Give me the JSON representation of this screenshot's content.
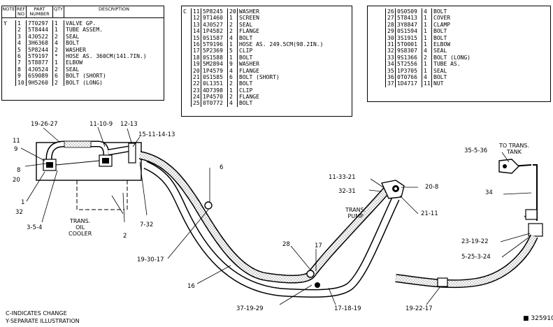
{
  "table1": {
    "headers": [
      "NOTE",
      "REF NO",
      "PART NUMBER",
      "QTY",
      "DESCRIPTION"
    ],
    "note_marks": [
      {
        "row": 0,
        "text": "Y"
      }
    ],
    "rows": [
      [
        "1",
        "7T0297",
        "1",
        "VALVE GP."
      ],
      [
        "2",
        "5T8444",
        "1",
        "TUBE ASSEM."
      ],
      [
        "3",
        "4J0522",
        "2",
        "SEAL"
      ],
      [
        "4",
        "3H6368",
        "4",
        "BOLT"
      ],
      [
        "5",
        "5P8244",
        "2",
        "WASHER"
      ],
      [
        "6",
        "5T9197",
        "*",
        "HOSE AS. 360CM(141.7IN.)"
      ],
      [
        "7",
        "5T8877",
        "1",
        "ELBOW"
      ],
      [
        "8",
        "4J0524",
        "2",
        "SEAL"
      ],
      [
        "9",
        "6S9089",
        "6",
        "BOLT (SHORT)"
      ],
      [
        "10",
        "9H5260",
        "2",
        "BOLT (LONG)"
      ]
    ]
  },
  "table2": {
    "note_marks": [
      {
        "row": 0,
        "text": "C"
      }
    ],
    "rows": [
      [
        "11",
        "5P8245",
        "20",
        "WASHER"
      ],
      [
        "12",
        "9T1460",
        "1",
        "SCREEN"
      ],
      [
        "13",
        "4J0527",
        "2",
        "SEAL"
      ],
      [
        "14",
        "1P4582",
        "2",
        "FLANGE"
      ],
      [
        "15",
        "0S1587",
        "4",
        "BOLT"
      ],
      [
        "16",
        "5T9196",
        "1",
        "HOSE AS. 249.5CM(98.2IN.)"
      ],
      [
        "17",
        "5P2369",
        "5",
        "CLIP"
      ],
      [
        "18",
        "0S1588",
        "1",
        "BOLT"
      ],
      [
        "19",
        "5M2894",
        "9",
        "WASHER"
      ],
      [
        "20",
        "1P4579",
        "4",
        "FLANGE"
      ],
      [
        "21",
        "0S1585",
        "6",
        "BOLT (SHORT)"
      ],
      [
        "22",
        "0L1351",
        "2",
        "BOLT"
      ],
      [
        "23",
        "4D7398",
        "1",
        "CLIP"
      ],
      [
        "24",
        "1P4570",
        "2",
        "FLANGE"
      ],
      [
        "25",
        "0T0772",
        "4",
        "BOLT"
      ]
    ]
  },
  "table3": {
    "rows": [
      [
        "26",
        "0S0509",
        "4",
        "BOLT"
      ],
      [
        "27",
        "5T8413",
        "1",
        "COVER"
      ],
      [
        "28",
        "3Y8847",
        "1",
        "CLAMP"
      ],
      [
        "29",
        "0S1594",
        "1",
        "BOLT"
      ],
      [
        "30",
        "3S1915",
        "1",
        "BOLT"
      ],
      [
        "31",
        "5T0001",
        "1",
        "ELBOW"
      ],
      [
        "32",
        "9S8307",
        "4",
        "SEAL"
      ],
      [
        "33",
        "9S1366",
        "2",
        "BOLT (LONG)"
      ],
      [
        "34",
        "5T2556",
        "1",
        "TUBE AS."
      ],
      [
        "35",
        "1P3705",
        "1",
        "SEAL"
      ],
      [
        "36",
        "0T0766",
        "4",
        "BOLT"
      ],
      [
        "37",
        "1D4717",
        "11",
        "NUT"
      ]
    ]
  },
  "labels": {
    "l19_26_27": "19-26-27",
    "l11_10_9": "11-10-9",
    "l12_13": "12-13",
    "l15_11_14_13": "15-11-14-13",
    "l11": "11",
    "l9": "9",
    "l8": "8",
    "l20": "20",
    "l1": "1",
    "l32": "32",
    "l3_5_4": "3-5-4",
    "l2": "2",
    "l7_32": "7-32",
    "l6": "6",
    "l19_30_17": "19-30-17",
    "l16": "16",
    "l28": "28",
    "l17": "17",
    "l37_19_29": "37-19-29",
    "l17_18_19": "17-18-19",
    "l11_33_21": "11-33-21",
    "l32_31": "32-31",
    "l20_8": "20-8",
    "l21_11": "21-11",
    "l35_5_36": "35-5-36",
    "l34": "34",
    "l23_19_22": "23-19-22",
    "l5_25_3_24": "5-25-3-24",
    "l19_22_17": "19-22-17",
    "trans_oil_cooler": "TRANS.\nOIL\nCOOLER",
    "trans_pump": "TRANS.\nPUMP",
    "to_trans_tank": "TO TRANS.\nTANK"
  },
  "footer": {
    "legend_c": "C-INDICATES CHANGE",
    "legend_y": "Y-SEPARATE ILLUSTRATION",
    "figure_number": "325910"
  }
}
